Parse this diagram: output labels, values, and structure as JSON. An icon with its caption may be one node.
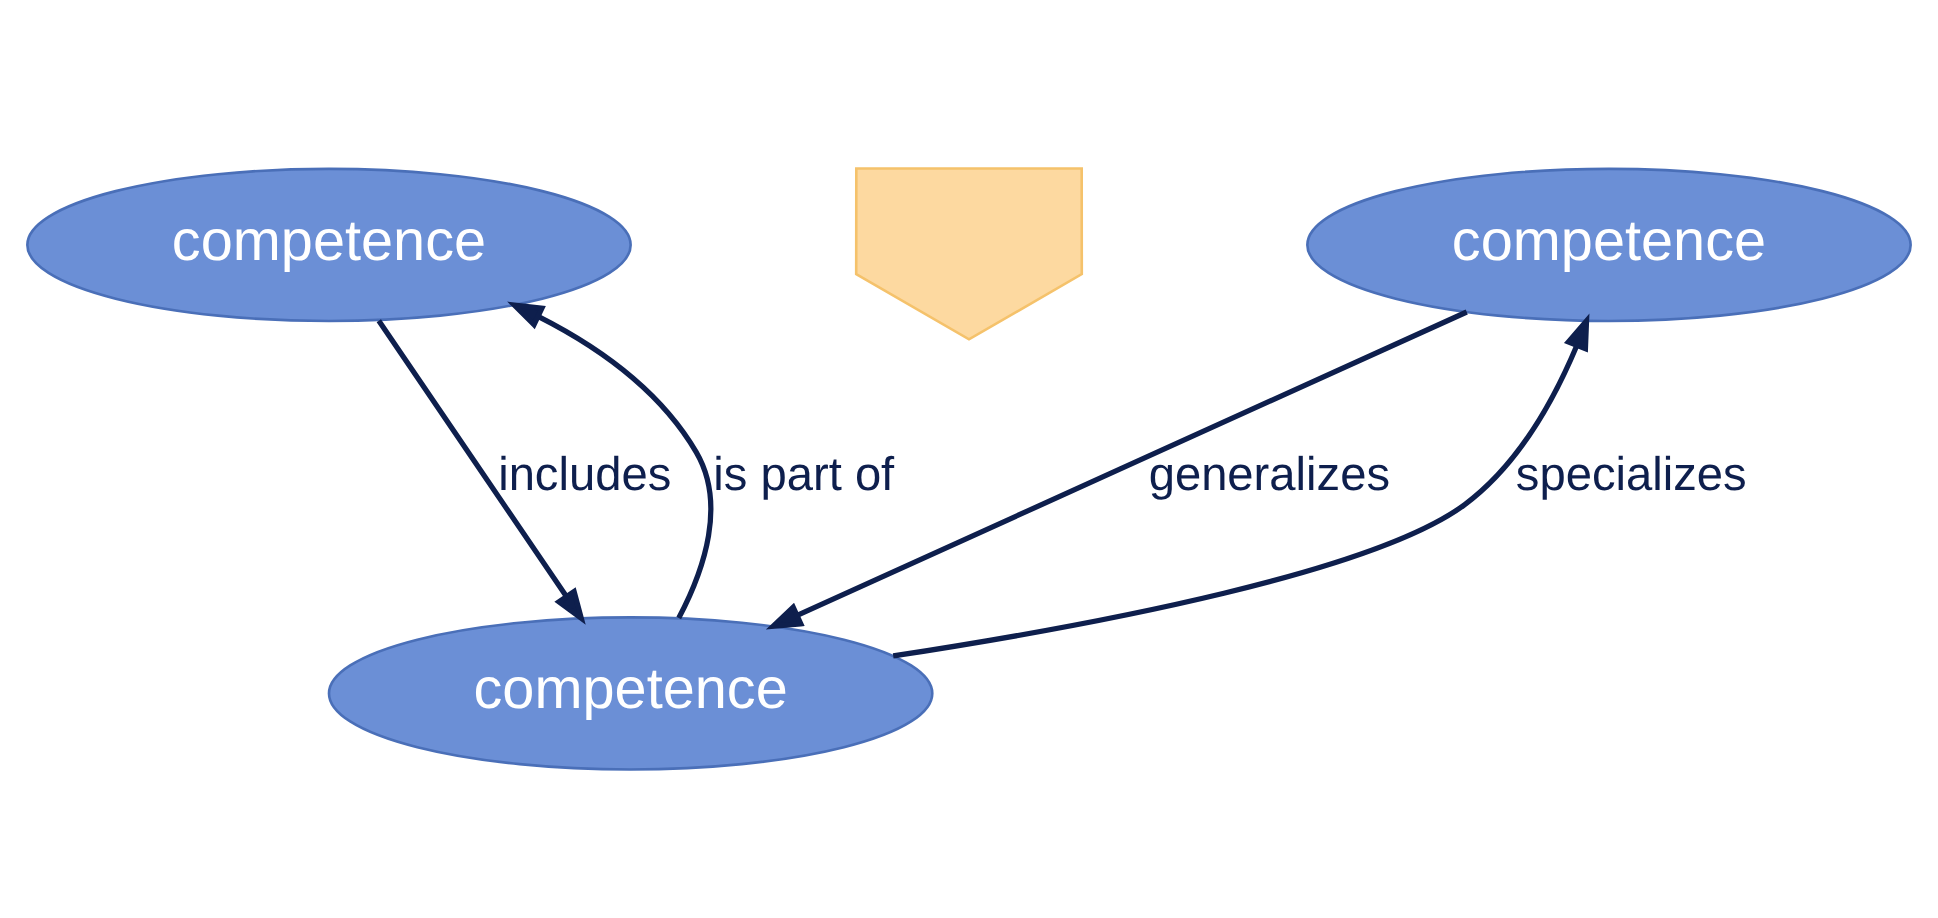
{
  "diagram": {
    "nodes": [
      {
        "text": [
          "competence"
        ]
      },
      {
        "text": [
          "competence"
        ]
      },
      {
        "text": [
          "competence"
        ]
      },
      {
        "text": [],
        "shape": "arrow"
      }
    ],
    "edges": [
      {
        "from": 0,
        "to": 2,
        "arrow": "to",
        "label": "includes"
      },
      {
        "from": 2,
        "to": 0,
        "arrow": "to",
        "label": "is part of"
      },
      {
        "from": 2,
        "to": 1,
        "arrow": "to",
        "label": "specializes"
      },
      {
        "from": 1,
        "to": 2,
        "arrow": "to",
        "label": "generalizes"
      }
    ]
  }
}
